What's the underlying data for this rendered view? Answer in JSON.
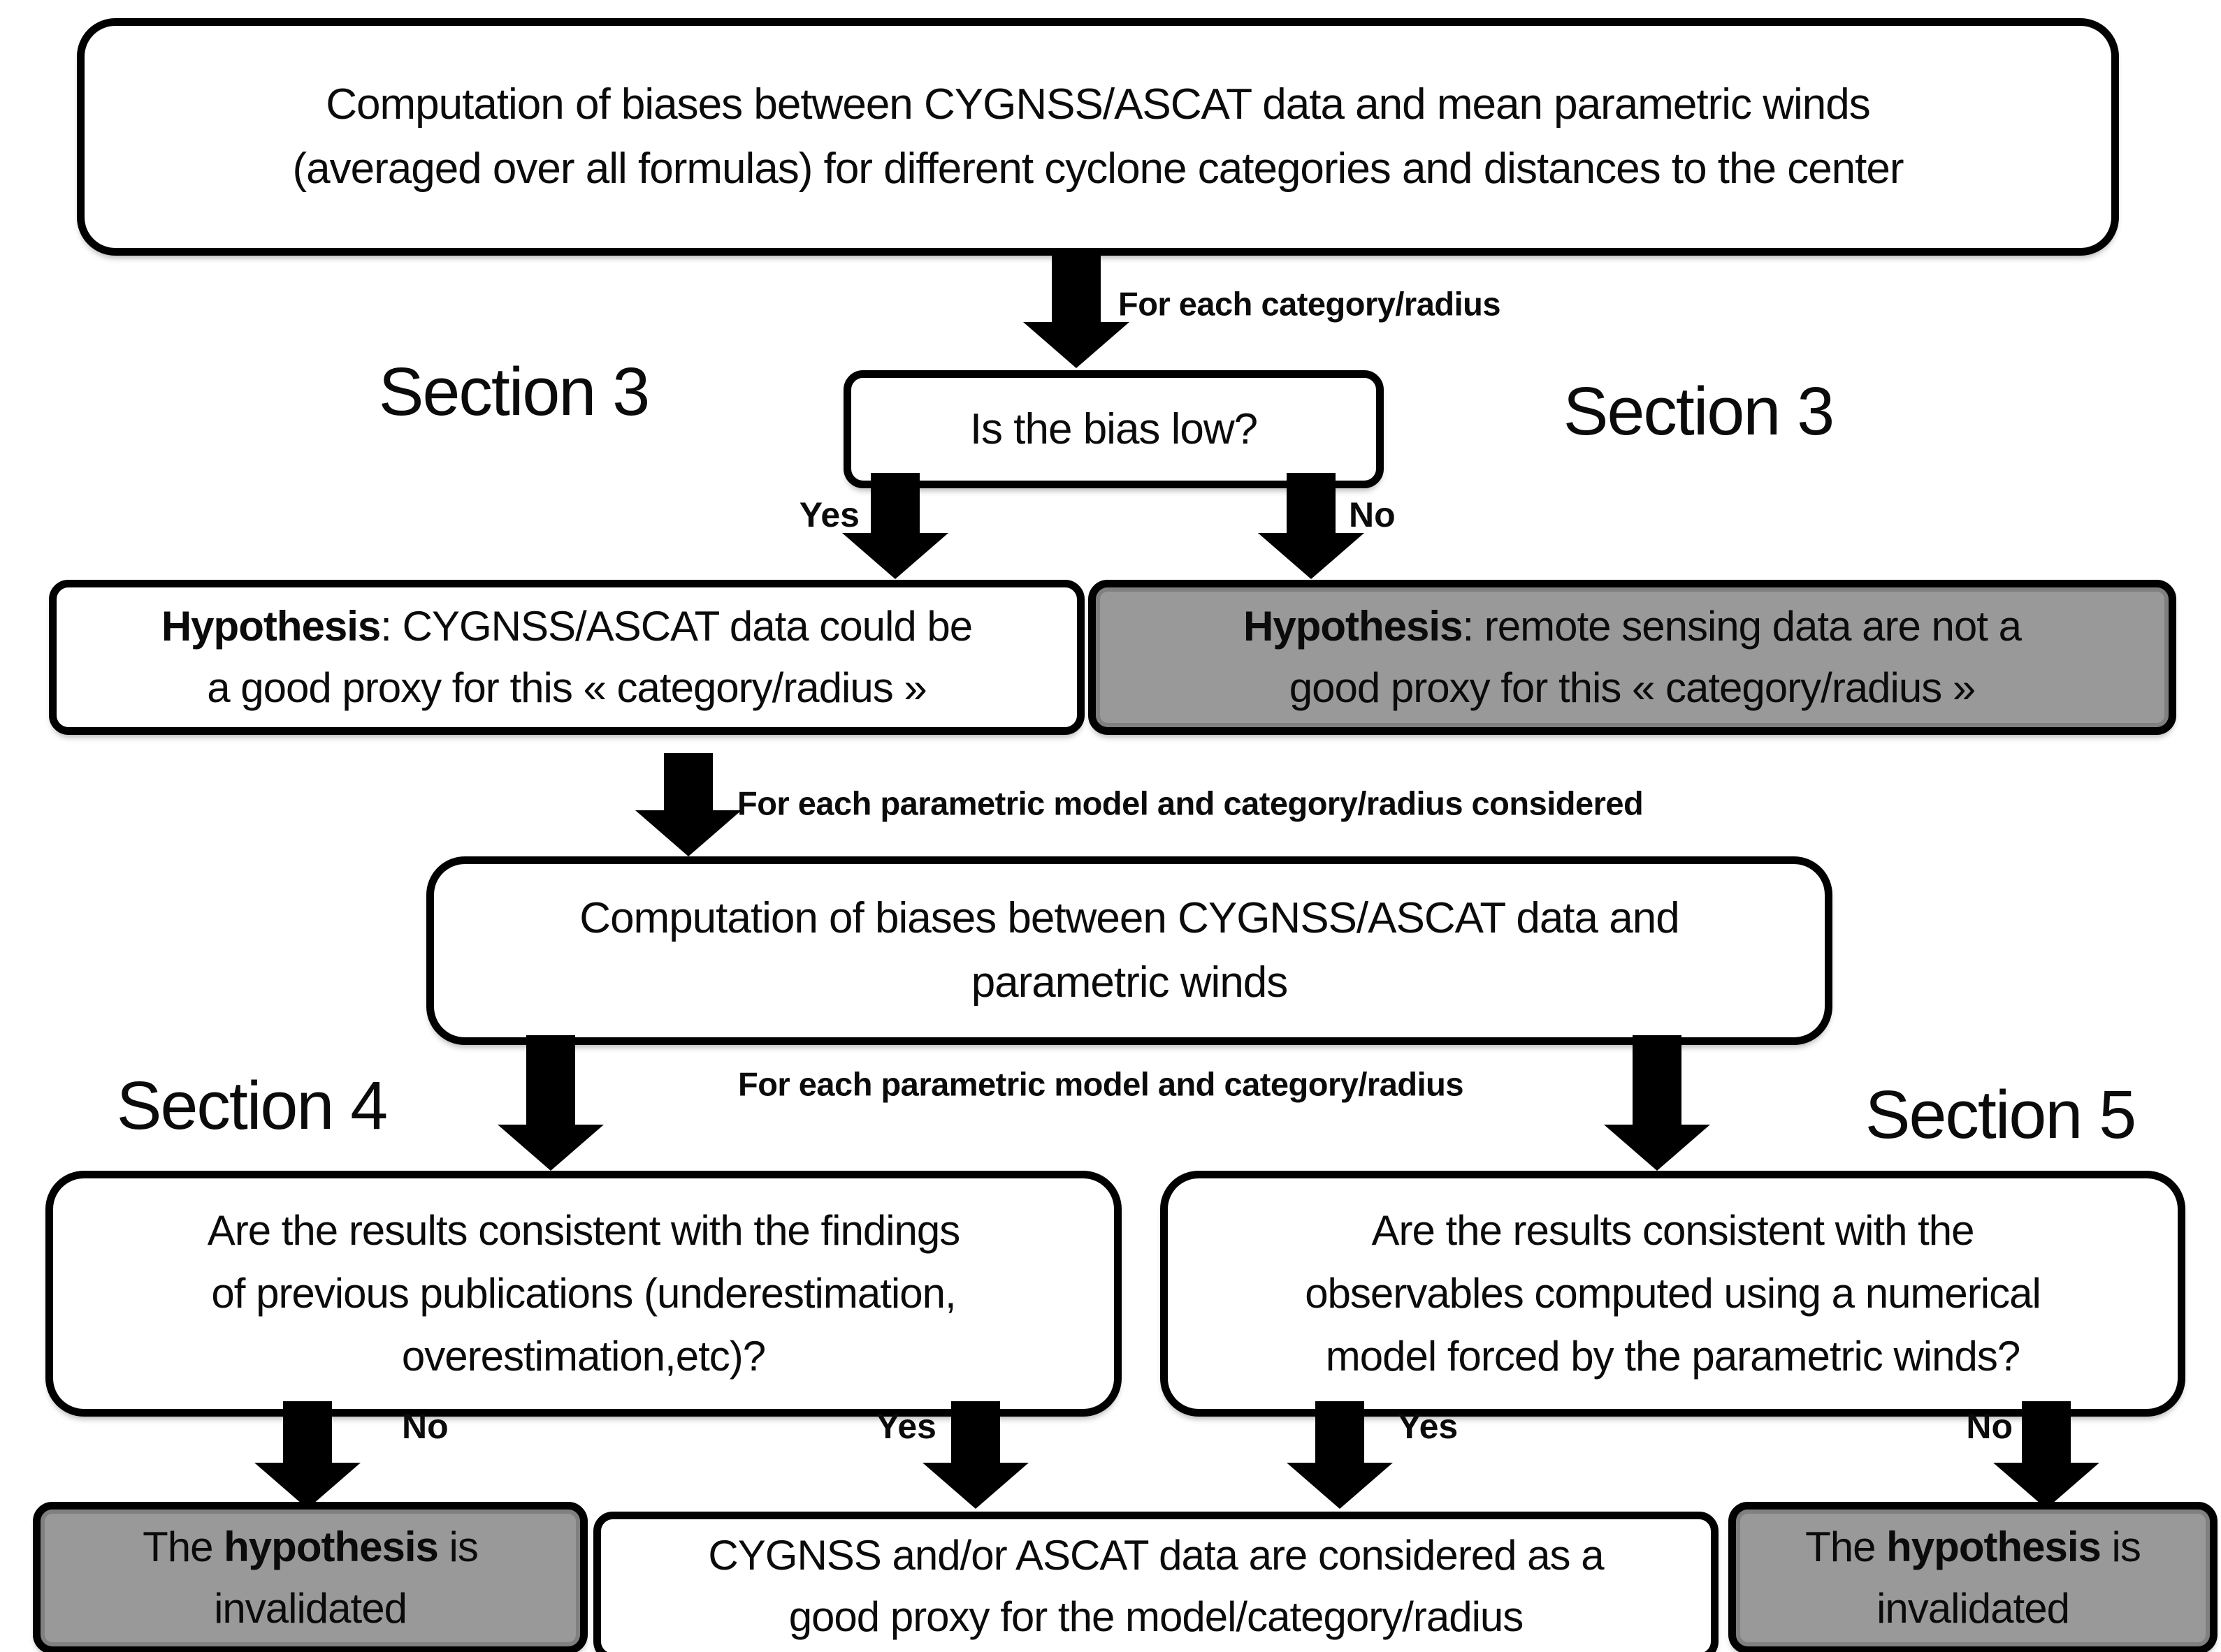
{
  "figure": {
    "colors": {
      "background": "#ffffff",
      "node_fill_white": "#ffffff",
      "node_fill_gray": "#999999",
      "line_and_arrow": "#000000",
      "text": "#0b0b0b"
    },
    "sections": {
      "s3_left": "Section 3",
      "s3_right": "Section 3",
      "s4": "Section 4",
      "s5": "Section 5"
    },
    "edges": {
      "for_each_category": "For each category/radius",
      "for_each_model_considered": "For each parametric model and category/radius considered",
      "for_each_model": "For each parametric model and category/radius",
      "yes": "Yes",
      "no": "No"
    },
    "nodes": {
      "top": {
        "lines": [
          "Computation of biases between CYGNSS/ASCAT data and mean parametric winds",
          "(averaged over all formulas) for different cyclone categories and distances to the center"
        ]
      },
      "bias_question": {
        "text": "Is the bias low?"
      },
      "hyp_good": {
        "bold": "Hypothesis",
        "line1_rest": ": CYGNSS/ASCAT data could be",
        "line2": "a good proxy for this « category/radius »"
      },
      "hyp_bad": {
        "bold": "Hypothesis",
        "line1_rest": ": remote sensing data are not a",
        "line2": "good proxy for this « category/radius »"
      },
      "computation": {
        "lines": [
          "Computation of biases between CYGNSS/ASCAT data and",
          "parametric winds"
        ]
      },
      "q_publications": {
        "lines": [
          "Are the results consistent with the findings",
          "of previous publications (underestimation,",
          "overestimation,etc)?"
        ]
      },
      "q_numerical": {
        "lines": [
          "Are the results consistent with the",
          "observables computed using a numerical",
          "model forced by the parametric winds?"
        ]
      },
      "invalid_left": {
        "line1_pre": "The ",
        "line1_bold": "hypothesis",
        "line1_post": " is",
        "line2": "invalidated"
      },
      "proxy": {
        "lines": [
          "CYGNSS and/or ASCAT data are considered as a",
          "good proxy for the model/category/radius"
        ]
      },
      "invalid_right": {
        "line1_pre": "The ",
        "line1_bold": "hypothesis",
        "line1_post": " is",
        "line2": "invalidated"
      }
    }
  }
}
